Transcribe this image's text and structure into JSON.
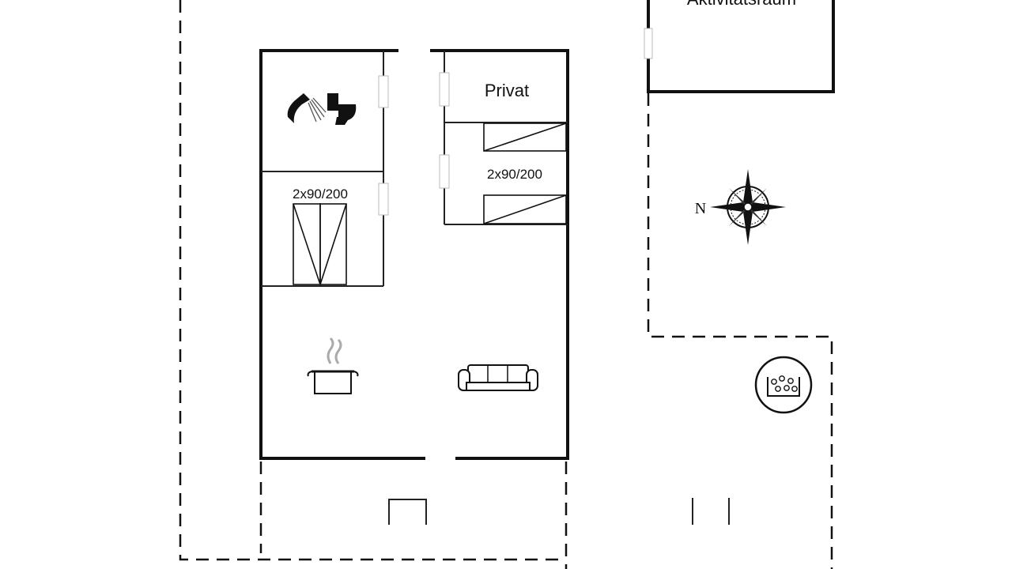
{
  "labels": {
    "top_room": "Aktivitätsraum",
    "private_room": "Privat",
    "bed_left": "2x90/200",
    "bed_right": "2x90/200",
    "compass_north": "N"
  },
  "icons": {
    "bathroom": [
      "shower-icon",
      "toilet-icon"
    ],
    "kitchen": "cooking-pot-icon",
    "living": "sofa-icon",
    "hot_tub": "hot-tub-icon",
    "compass": "compass-rose-icon"
  },
  "colors": {
    "line": "#111111",
    "background": "#ffffff"
  }
}
